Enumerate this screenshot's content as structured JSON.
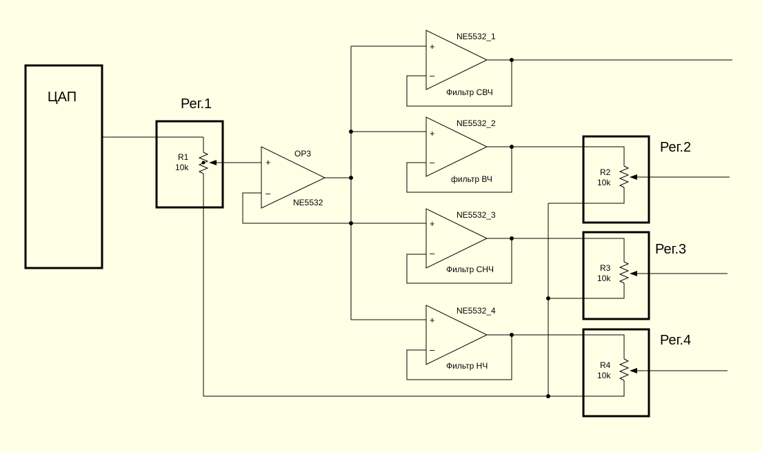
{
  "dac_label": "ЦАП",
  "reg1": {
    "label": "Рег.1",
    "ref": "R1",
    "value": "10k"
  },
  "reg2": {
    "label": "Рег.2",
    "ref": "R2",
    "value": "10k"
  },
  "reg3": {
    "label": "Рег.3",
    "ref": "R3",
    "value": "10k"
  },
  "reg4": {
    "label": "Рег.4",
    "ref": "R4",
    "value": "10k"
  },
  "buffer": {
    "ref": "OP3",
    "part": "NE5532"
  },
  "filters": [
    {
      "part": "NE5532_1",
      "name": "Фильтр СВЧ"
    },
    {
      "part": "NE5532_2",
      "name": "фильтр ВЧ"
    },
    {
      "part": "NE5532_3",
      "name": "Фильтр СНЧ"
    },
    {
      "part": "NE5532_4",
      "name": "Фильтр НЧ"
    }
  ],
  "signs": {
    "plus": "+",
    "minus": "–"
  },
  "colors": {
    "background": "#ffffe6",
    "ink": "#000000"
  }
}
